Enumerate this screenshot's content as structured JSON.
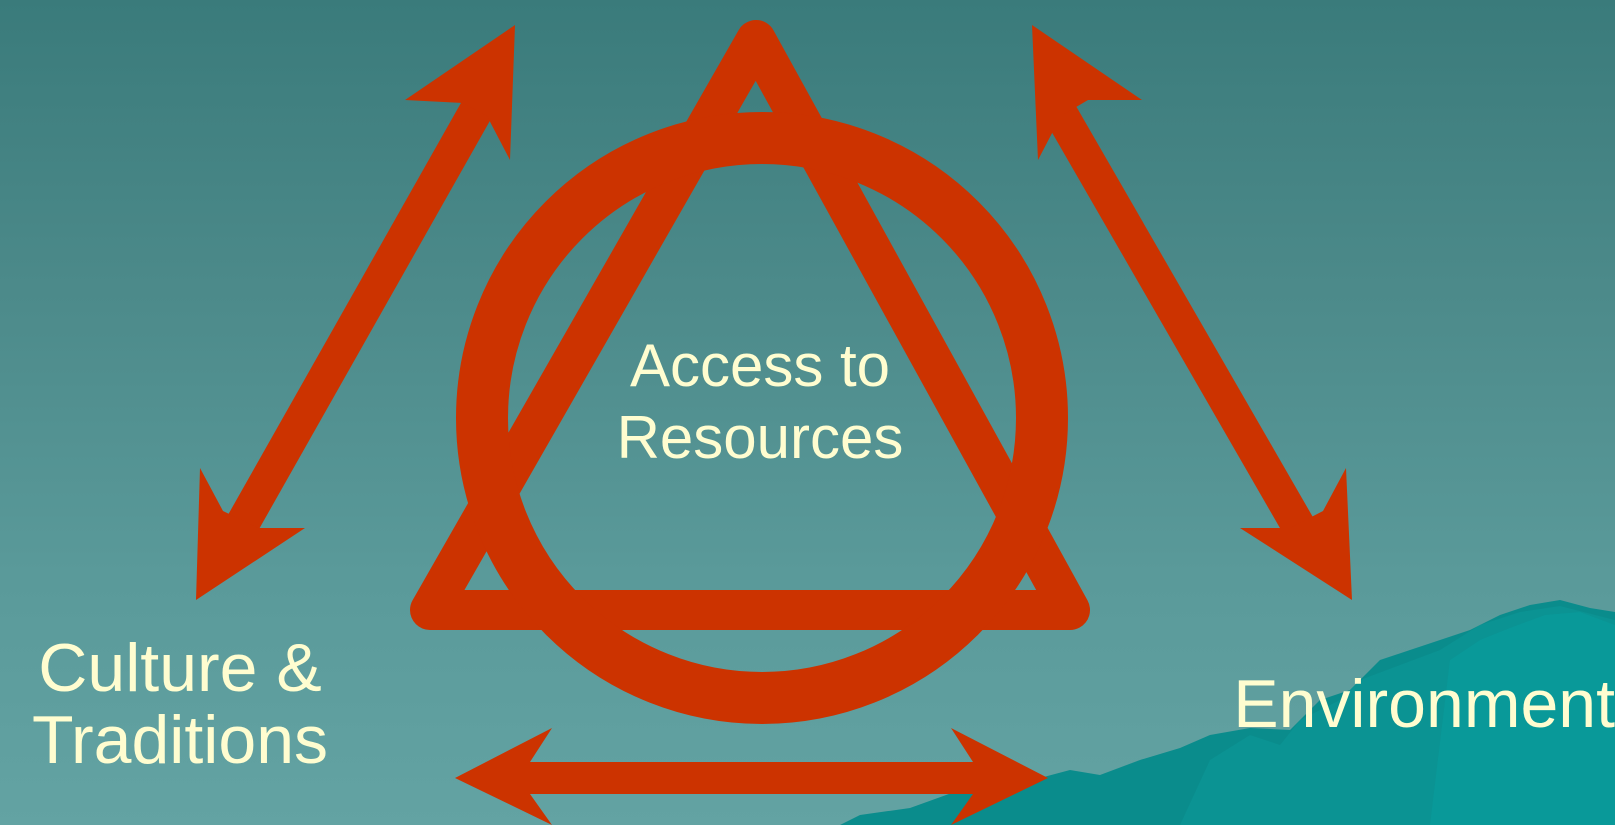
{
  "diagram": {
    "center": {
      "line1": "Access to",
      "line2": "Resources"
    },
    "left": {
      "line1": "Culture &",
      "line2": "Traditions"
    },
    "right": {
      "line1": "Environment"
    }
  },
  "colors": {
    "background_top": "#3a7b7b",
    "background_bottom": "#63a3a3",
    "shape_red": "#cc3300",
    "text_cream": "#fffdd0",
    "mountain_teal": "#0a8c8c"
  }
}
